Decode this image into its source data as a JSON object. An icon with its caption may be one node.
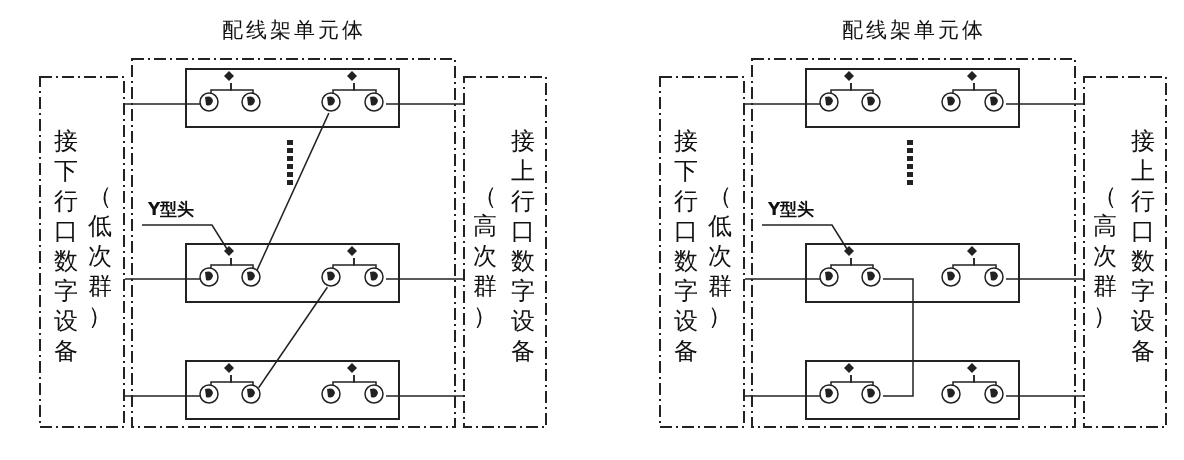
{
  "diagram": {
    "nodes": [
      {
        "text": [
          "配线架单元体"
        ]
      },
      {
        "text": [
          "接下行口数字设备",
          "（低次群）"
        ]
      },
      {
        "text": [
          "（高次群）",
          "接上行口数字设备"
        ]
      },
      {
        "text": [],
        "shape": "box",
        "in": 0
      },
      {
        "text": [],
        "shape": "diamond",
        "in": 3
      },
      {
        "text": [],
        "shape": "diamond",
        "in": 3
      },
      {
        "text": [],
        "shape": "circle",
        "in": 3
      },
      {
        "text": [],
        "shape": "circle",
        "in": 3
      },
      {
        "text": [],
        "shape": "circle",
        "in": 3
      },
      {
        "text": [],
        "shape": "circle",
        "in": 3
      },
      {
        "text": [],
        "shape": "box",
        "in": 0
      },
      {
        "text": [],
        "shape": "diamond",
        "in": 10
      },
      {
        "text": [],
        "shape": "diamond",
        "in": 10
      },
      {
        "text": [],
        "shape": "circle",
        "in": 10
      },
      {
        "text": [],
        "shape": "circle",
        "in": 10
      },
      {
        "text": [],
        "shape": "circle",
        "in": 10
      },
      {
        "text": [],
        "shape": "circle",
        "in": 10
      },
      {
        "text": [],
        "shape": "box",
        "in": 0
      },
      {
        "text": [],
        "shape": "diamond",
        "in": 17
      },
      {
        "text": [],
        "shape": "diamond",
        "in": 17
      },
      {
        "text": [],
        "shape": "circle",
        "in": 17
      },
      {
        "text": [],
        "shape": "circle",
        "in": 17
      },
      {
        "text": [],
        "shape": "circle",
        "in": 17
      },
      {
        "text": [],
        "shape": "circle",
        "in": 17
      },
      {
        "text": [
          "Y型头"
        ],
        "in": 0
      },
      {
        "text": [
          "配线架单元体"
        ]
      },
      {
        "text": [
          "接下行口数字设备",
          "（低次群）"
        ]
      },
      {
        "text": [
          "（高次群）",
          "接上行口数字设备"
        ]
      },
      {
        "text": [],
        "shape": "box",
        "in": 25
      },
      {
        "text": [],
        "shape": "diamond",
        "in": 28
      },
      {
        "text": [],
        "shape": "diamond",
        "in": 28
      },
      {
        "text": [],
        "shape": "circle",
        "in": 28
      },
      {
        "text": [],
        "shape": "circle",
        "in": 28
      },
      {
        "text": [],
        "shape": "circle",
        "in": 28
      },
      {
        "text": [],
        "shape": "circle",
        "in": 28
      },
      {
        "text": [],
        "shape": "box",
        "in": 25
      },
      {
        "text": [],
        "shape": "diamond",
        "in": 35
      },
      {
        "text": [],
        "shape": "diamond",
        "in": 35
      },
      {
        "text": [],
        "shape": "circle",
        "in": 35
      },
      {
        "text": [],
        "shape": "circle",
        "in": 35
      },
      {
        "text": [],
        "shape": "circle",
        "in": 35
      },
      {
        "text": [],
        "shape": "circle",
        "in": 35
      },
      {
        "text": [],
        "shape": "box",
        "in": 25
      },
      {
        "text": [],
        "shape": "diamond",
        "in": 42
      },
      {
        "text": [],
        "shape": "diamond",
        "in": 42
      },
      {
        "text": [],
        "shape": "circle",
        "in": 42
      },
      {
        "text": [],
        "shape": "circle",
        "in": 42
      },
      {
        "text": [],
        "shape": "circle",
        "in": 42
      },
      {
        "text": [],
        "shape": "circle",
        "in": 42
      },
      {
        "text": [
          "Y型头"
        ],
        "in": 25
      }
    ],
    "edges": [
      {
        "from": 1,
        "to": 6,
        "arrow": "none"
      },
      {
        "from": 1,
        "to": 13,
        "arrow": "none"
      },
      {
        "from": 1,
        "to": 20,
        "arrow": "none"
      },
      {
        "from": 9,
        "to": 2,
        "arrow": "none"
      },
      {
        "from": 16,
        "to": 2,
        "arrow": "none"
      },
      {
        "from": 23,
        "to": 2,
        "arrow": "none"
      },
      {
        "from": 4,
        "to": 6,
        "arrow": "none"
      },
      {
        "from": 4,
        "to": 7,
        "arrow": "none"
      },
      {
        "from": 5,
        "to": 8,
        "arrow": "none"
      },
      {
        "from": 5,
        "to": 9,
        "arrow": "none"
      },
      {
        "from": 11,
        "to": 13,
        "arrow": "none"
      },
      {
        "from": 11,
        "to": 14,
        "arrow": "none"
      },
      {
        "from": 12,
        "to": 15,
        "arrow": "none"
      },
      {
        "from": 12,
        "to": 16,
        "arrow": "none"
      },
      {
        "from": 18,
        "to": 20,
        "arrow": "none"
      },
      {
        "from": 18,
        "to": 21,
        "arrow": "none"
      },
      {
        "from": 19,
        "to": 22,
        "arrow": "none"
      },
      {
        "from": 19,
        "to": 23,
        "arrow": "none"
      },
      {
        "from": 14,
        "to": 8,
        "arrow": "none"
      },
      {
        "from": 21,
        "to": 15,
        "arrow": "none"
      },
      {
        "from": 24,
        "to": 11,
        "arrow": "none"
      },
      {
        "from": 26,
        "to": 31,
        "arrow": "none"
      },
      {
        "from": 26,
        "to": 38,
        "arrow": "none"
      },
      {
        "from": 26,
        "to": 45,
        "arrow": "none"
      },
      {
        "from": 34,
        "to": 27,
        "arrow": "none"
      },
      {
        "from": 41,
        "to": 27,
        "arrow": "none"
      },
      {
        "from": 48,
        "to": 27,
        "arrow": "none"
      },
      {
        "from": 29,
        "to": 31,
        "arrow": "none"
      },
      {
        "from": 29,
        "to": 32,
        "arrow": "none"
      },
      {
        "from": 30,
        "to": 33,
        "arrow": "none"
      },
      {
        "from": 30,
        "to": 34,
        "arrow": "none"
      },
      {
        "from": 36,
        "to": 38,
        "arrow": "none"
      },
      {
        "from": 36,
        "to": 39,
        "arrow": "none"
      },
      {
        "from": 37,
        "to": 40,
        "arrow": "none"
      },
      {
        "from": 37,
        "to": 41,
        "arrow": "none"
      },
      {
        "from": 43,
        "to": 45,
        "arrow": "none"
      },
      {
        "from": 43,
        "to": 46,
        "arrow": "none"
      },
      {
        "from": 44,
        "to": 47,
        "arrow": "none"
      },
      {
        "from": 44,
        "to": 48,
        "arrow": "none"
      },
      {
        "from": 39,
        "to": 46,
        "arrow": "none"
      },
      {
        "from": 49,
        "to": 36,
        "arrow": "none"
      }
    ]
  }
}
